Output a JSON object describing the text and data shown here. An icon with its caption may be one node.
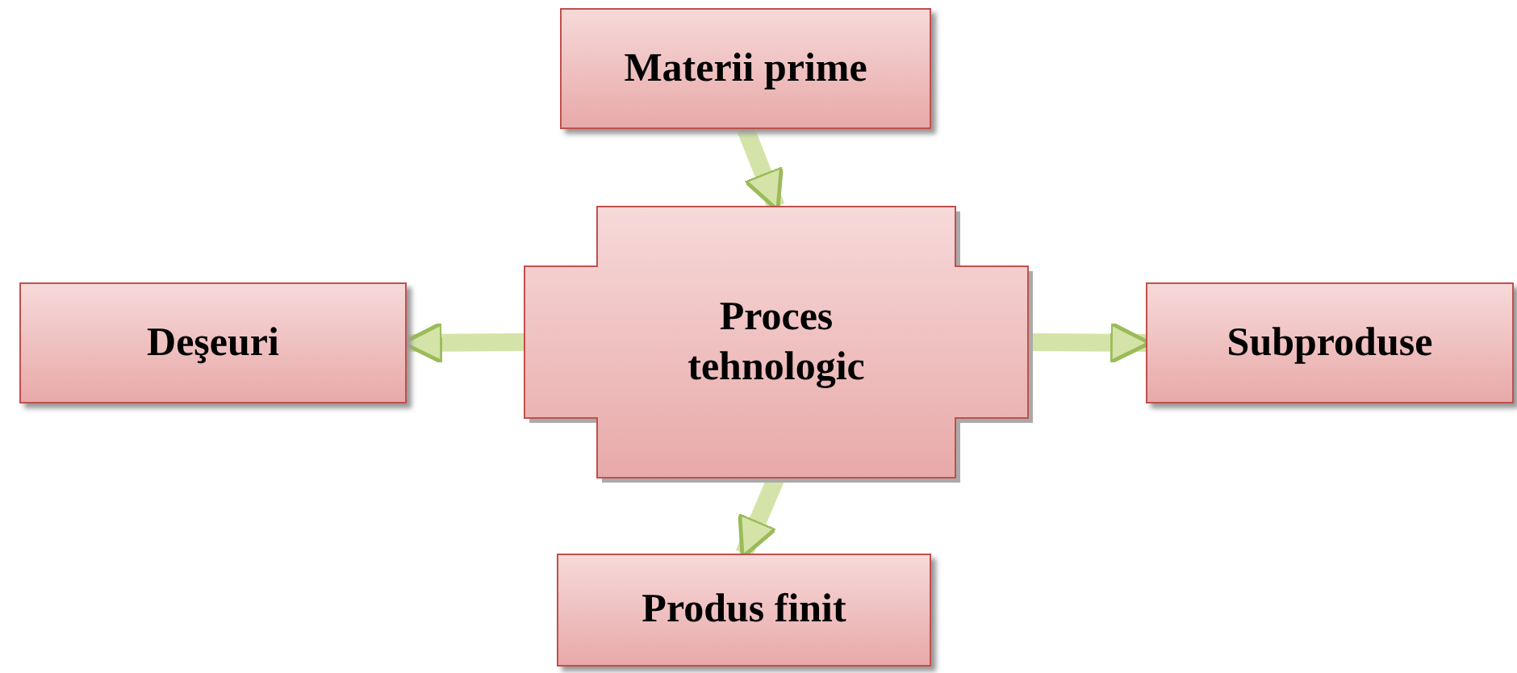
{
  "diagram": {
    "nodes": [
      {
        "text": [
          "Materii prime"
        ]
      },
      {
        "text": [
          "Proces tehnologic"
        ]
      },
      {
        "text": [
          "Deşeuri"
        ]
      },
      {
        "text": [
          "Subproduse"
        ]
      },
      {
        "text": [
          "Produs finit"
        ]
      }
    ],
    "edges": [
      {
        "from": 0,
        "to": 1,
        "arrow": "to"
      },
      {
        "from": 1,
        "to": 2,
        "arrow": "to"
      },
      {
        "from": 1,
        "to": 3,
        "arrow": "to"
      },
      {
        "from": 1,
        "to": 4,
        "arrow": "to"
      }
    ]
  }
}
